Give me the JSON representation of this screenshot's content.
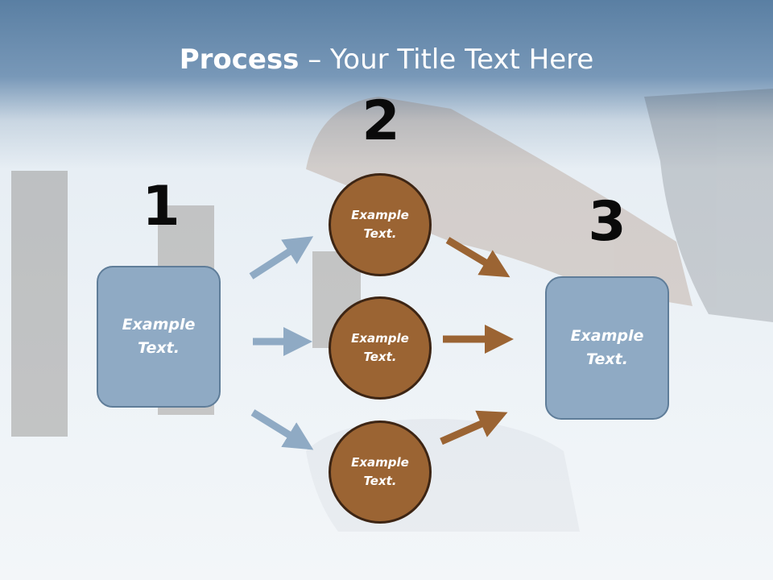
{
  "slide": {
    "title_bold": "Process",
    "title_rest": " – Your Title Text Here",
    "numbers": {
      "one": "1",
      "two": "2",
      "three": "3"
    },
    "left_box": {
      "text": "Example Text."
    },
    "right_box": {
      "text": "Example Text."
    },
    "circles": [
      {
        "text": "Example Text."
      },
      {
        "text": "Example Text."
      },
      {
        "text": "Example Text."
      }
    ]
  },
  "colors": {
    "box_fill": "#8faac4",
    "circle_fill": "#9b6433",
    "blue_arrow": "#8faac4",
    "brown_arrow": "#9b6433"
  }
}
